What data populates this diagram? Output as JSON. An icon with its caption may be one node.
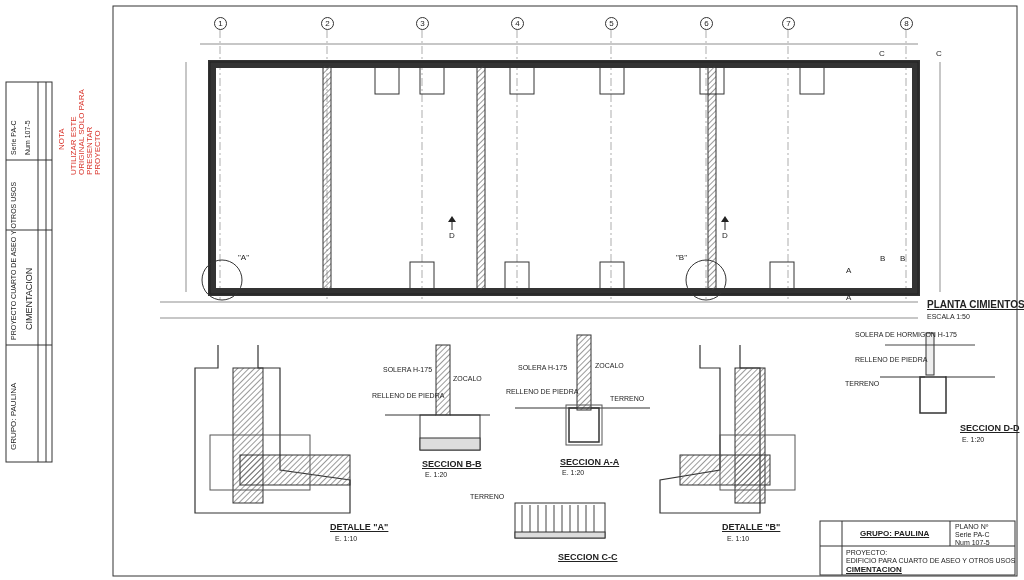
{
  "diagram": {
    "title": "PLANTA CIMIENTOS",
    "labels": [
      "1",
      "2",
      "3",
      "4",
      "5",
      "6",
      "7",
      "8",
      "A",
      "A",
      "B",
      "B",
      "C",
      "C",
      "D",
      "D",
      "\"A\"",
      "\"B\"",
      "ESCALA 1:50",
      "DETALLE \"A\"",
      "E. 1:10",
      "SECCION B-B",
      "E. 1:20",
      "SECCION A-A",
      "E. 1:20",
      "DETALLE \"B\"",
      "E. 1:10",
      "SECCION D-D",
      "E. 1:20",
      "SECCION C-C",
      "SOLERA H-175",
      "RELLENO DE PIEDRA",
      "ZOCALO",
      "SOLERA H-175",
      "RELLENO DE PIEDRA",
      "ZOCALO",
      "TERRENO",
      "SOLERA DE HORMIGON H-175",
      "RELLENO DE PIEDRA",
      "TERRENO",
      "TERRENO",
      "PROYECTO:",
      "EDIFICIO PARA CUARTO DE ASEO Y OTROS USOS",
      "CIMENTACION",
      "GRUPO: PAULINA",
      "PLANO Nº",
      "Serie PA-C",
      "Num 107-5",
      "GRUPO: PAULINA",
      "PROYECTO CUARTO DE ASEO Y OTROS USOS",
      "CIMENTACION",
      "Serie PA-C",
      "Num 107-5",
      "NOTA",
      "UTILIZAR ESTE ORIGINAL SOLO PARA PRESENTAR PROYECTO"
    ]
  }
}
